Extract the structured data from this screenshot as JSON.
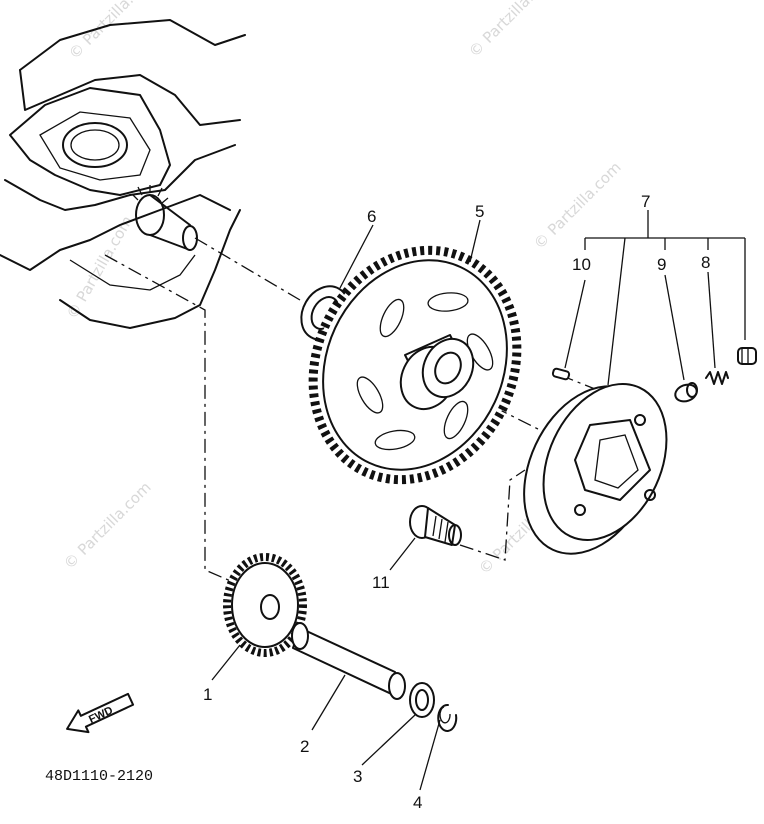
{
  "diagram_code": "48D1110-2120",
  "fwd_label": "FWD",
  "watermark": "© Partzilla.com",
  "callouts": {
    "p1": "1",
    "p2": "2",
    "p3": "3",
    "p4": "4",
    "p5": "5",
    "p6": "6",
    "p7": "7",
    "p8": "8",
    "p9": "9",
    "p10": "10",
    "p11": "11"
  },
  "icons": {
    "fwd": "fwd-arrow-icon"
  }
}
